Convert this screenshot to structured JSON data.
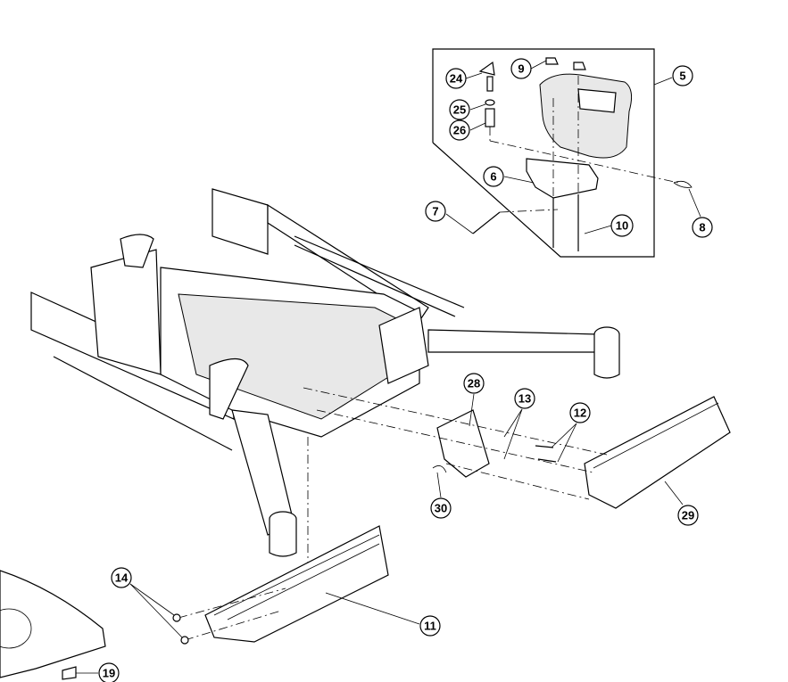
{
  "diagram": {
    "title": "Seat mount and frame parts breakdown",
    "callouts": [
      {
        "id": "24",
        "label": "24"
      },
      {
        "id": "9",
        "label": "9"
      },
      {
        "id": "5",
        "label": "5"
      },
      {
        "id": "25",
        "label": "25"
      },
      {
        "id": "26",
        "label": "26"
      },
      {
        "id": "6",
        "label": "6"
      },
      {
        "id": "7",
        "label": "7"
      },
      {
        "id": "10",
        "label": "10"
      },
      {
        "id": "8",
        "label": "8"
      },
      {
        "id": "28",
        "label": "28"
      },
      {
        "id": "13",
        "label": "13"
      },
      {
        "id": "12",
        "label": "12"
      },
      {
        "id": "30",
        "label": "30"
      },
      {
        "id": "29",
        "label": "29"
      },
      {
        "id": "14",
        "label": "14"
      },
      {
        "id": "11",
        "label": "11"
      },
      {
        "id": "19",
        "label": "19"
      }
    ]
  }
}
